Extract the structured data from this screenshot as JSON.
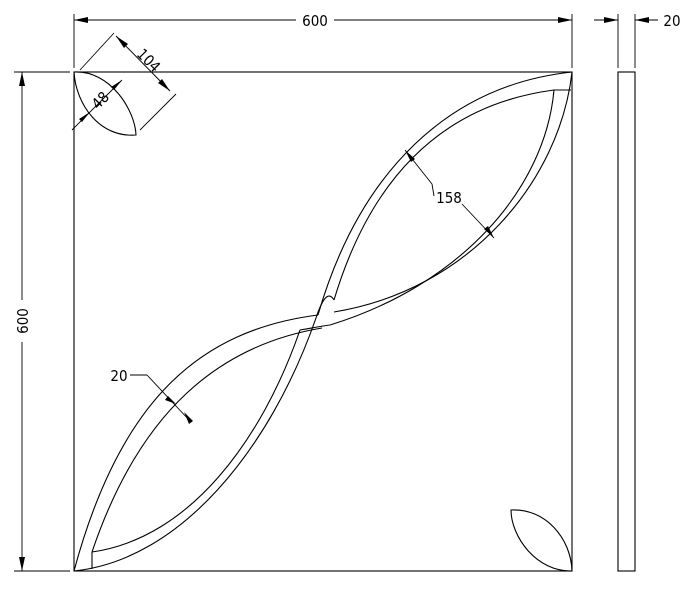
{
  "dimensions": {
    "overall_width": "600",
    "overall_height": "600",
    "thickness": "20",
    "band_width": "20",
    "lens_gap": "158",
    "small_lens_length": "104",
    "small_lens_width": "48"
  }
}
